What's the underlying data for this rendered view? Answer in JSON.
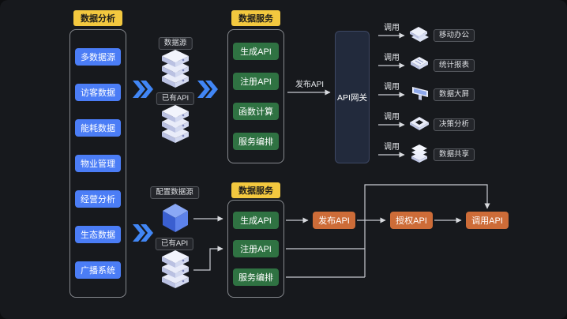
{
  "colors": {
    "background": "#17191d",
    "accent_yellow": "#f3c83f",
    "node_blue": "#4b7df6",
    "node_green": "#2f7242",
    "node_orange": "#cd6c38",
    "gateway_bg": "#222a3c",
    "arrow": "#c9ccd2",
    "chevron_blue": "#4186f5"
  },
  "top_flow": {
    "analysis": {
      "title": "数据分析",
      "items": [
        "多数据源",
        "访客数据",
        "能耗数据",
        "物业管理",
        "经营分析",
        "生态数据",
        "广播系统"
      ]
    },
    "sources": {
      "datasource_label": "数据源",
      "existing_api_label": "已有API"
    },
    "services": {
      "title": "数据服务",
      "items": [
        "生成API",
        "注册API",
        "函数计算",
        "服务编排"
      ]
    },
    "publish_label": "发布API",
    "gateway_label": "API网关",
    "consumers": [
      {
        "call": "调用",
        "label": "移动办公"
      },
      {
        "call": "调用",
        "label": "统计报表"
      },
      {
        "call": "调用",
        "label": "数据大屏"
      },
      {
        "call": "调用",
        "label": "决策分析"
      },
      {
        "call": "调用",
        "label": "数据共享"
      }
    ]
  },
  "bottom_flow": {
    "sources": {
      "config_label": "配置数据源",
      "existing_api_label": "已有API"
    },
    "services": {
      "title": "数据服务",
      "items": [
        "生成API",
        "注册API",
        "服务编排"
      ]
    },
    "steps": [
      "发布API",
      "授权API",
      "调用API"
    ]
  }
}
